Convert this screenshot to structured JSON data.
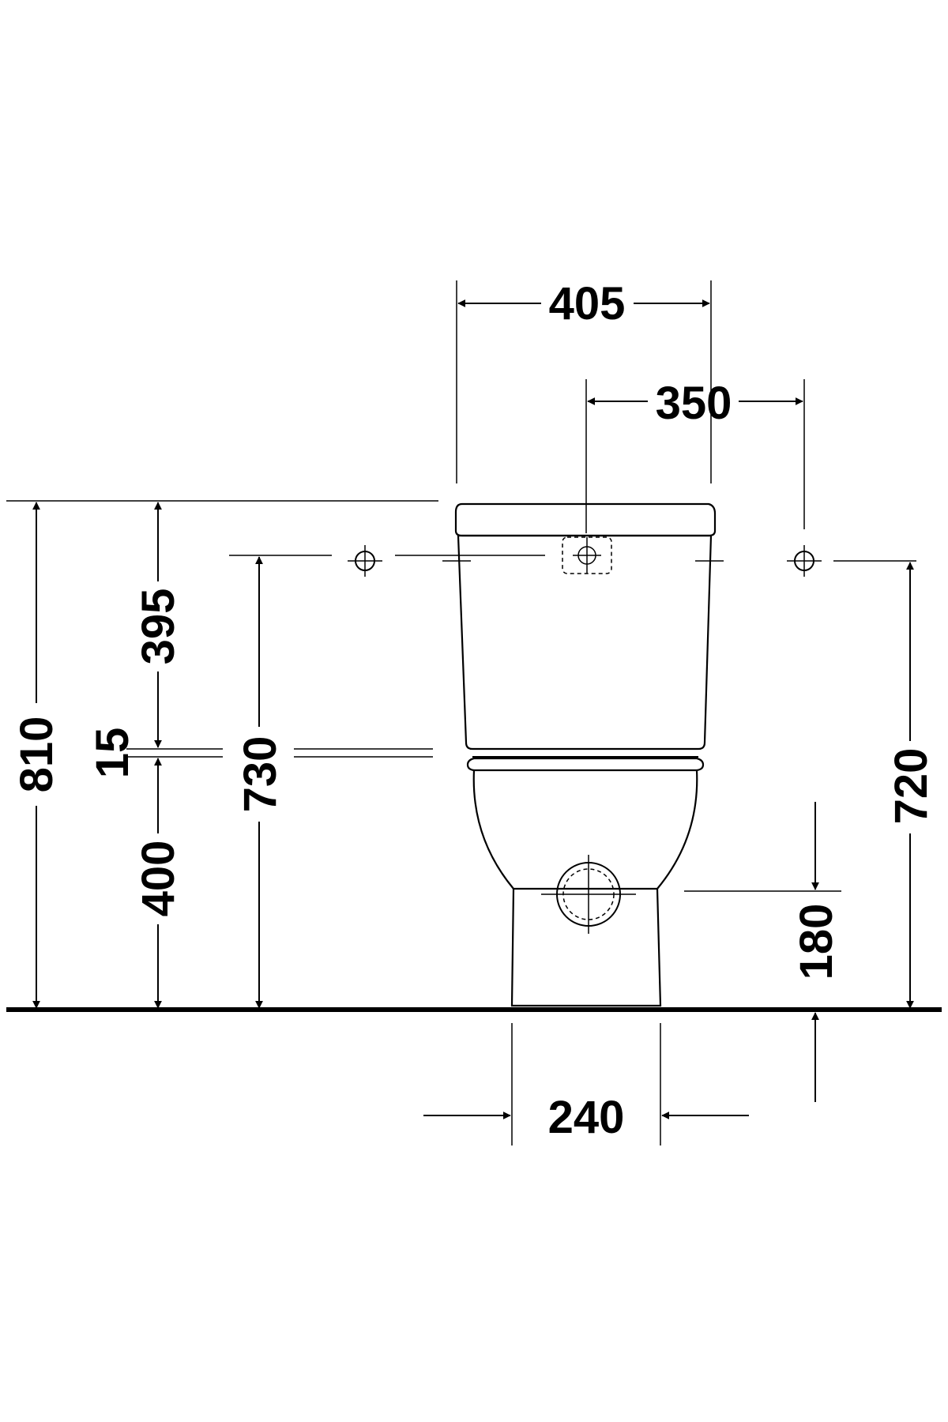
{
  "drawing": {
    "dimensions": {
      "tank_width": "405",
      "fixing_hole_spacing": "350",
      "overall_height": "810",
      "tank_height": "395",
      "gap": "15",
      "bowl_height": "400",
      "fixing_hole_height": "730",
      "right_fixing_height": "720",
      "outlet_height": "180",
      "base_width": "240"
    }
  }
}
